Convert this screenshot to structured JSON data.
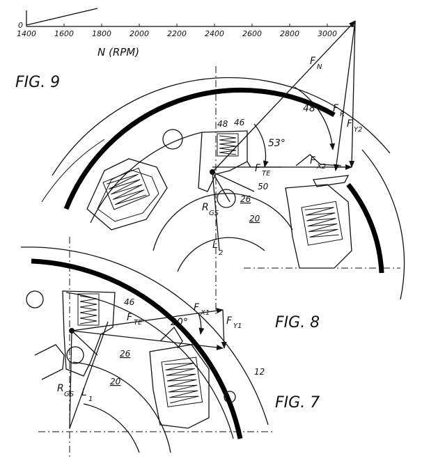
{
  "speed_axis": {
    "origin": "0",
    "ticks": [
      "1400",
      "1600",
      "1800",
      "2000",
      "2200",
      "2400",
      "2600",
      "2800",
      "3000"
    ],
    "label": "N (RPM)"
  },
  "fig9": {
    "title": "FIG. 9",
    "labels": {
      "fn": "F",
      "fn_sub": "N",
      "fr": "F",
      "fr_sub": "R",
      "fy2": "F",
      "fy2_sub": "Y2",
      "fx2": "F",
      "fx2_sub": "X2",
      "fte": "F",
      "fte_sub": "TE",
      "rgs": "R",
      "rgs_sub": "GS",
      "l2": "L",
      "l2_sub": "2",
      "angle48": "48°",
      "angle53": "53°",
      "ref48": "48",
      "ref46": "46",
      "ref50": "50",
      "ref26": "26",
      "ref20": "20"
    }
  },
  "fig8": {
    "title": "FIG. 8",
    "labels": {
      "ref46": "46",
      "fte": "F",
      "fte_sub": "TE",
      "fx1": "F",
      "fx1_sub": "X1",
      "fy1": "F",
      "fy1_sub": "Y1",
      "angle20": "20°",
      "ref26": "26",
      "ref20": "20",
      "ref12": "12",
      "rgs": "R",
      "rgs_sub": "GS",
      "l1": "L",
      "l1_sub": "1"
    }
  },
  "fig7": {
    "title": "FIG. 7"
  }
}
